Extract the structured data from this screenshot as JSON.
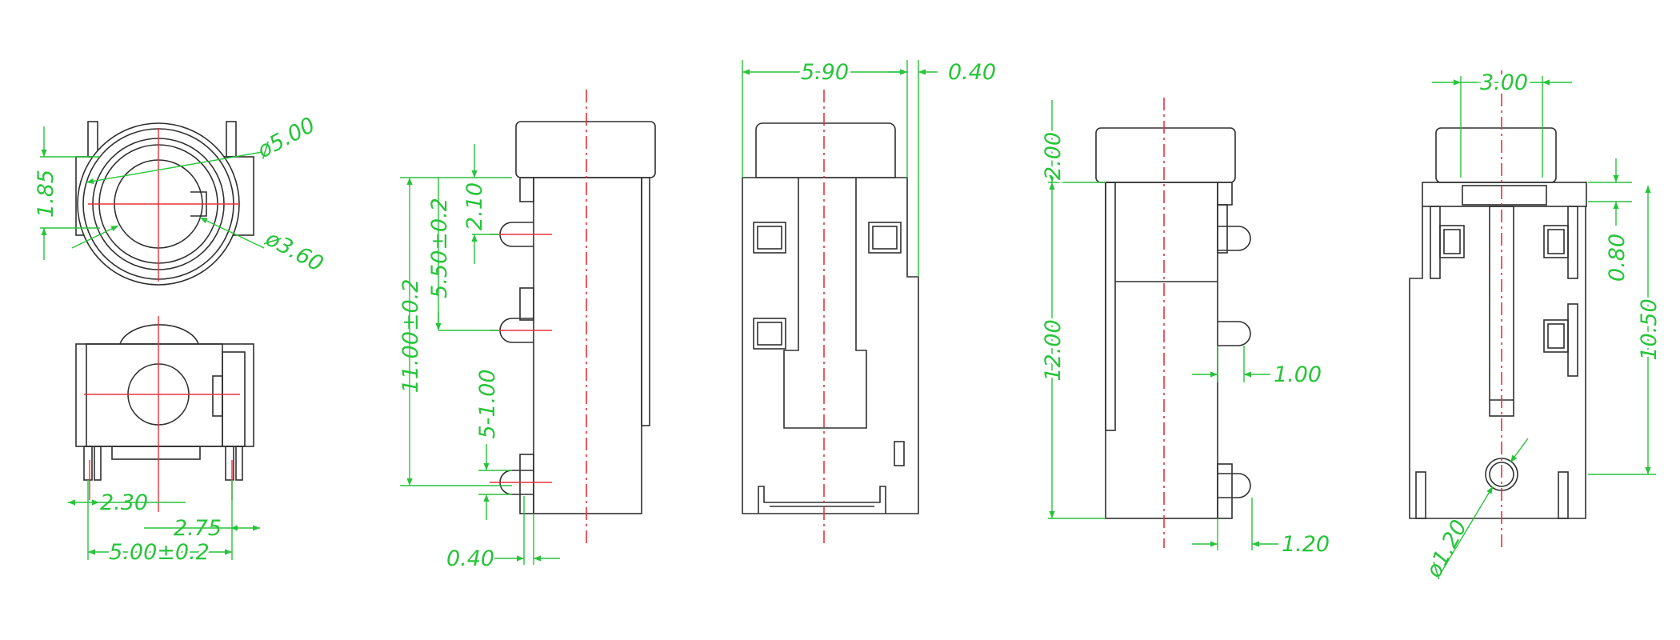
{
  "colors": {
    "outline": "#303030",
    "centerline": "#e8323a",
    "dimension": "#27c43a",
    "background": "#ffffff"
  },
  "views": [
    {
      "name": "front-view-top",
      "dimensions": [
        "1.85",
        "ø5.00",
        "ø3.60"
      ]
    },
    {
      "name": "bottom-view",
      "dimensions": [
        "2.30",
        "2.75",
        "5.00±0.2"
      ]
    },
    {
      "name": "left-side-view",
      "dimensions": [
        "11.00±0.2",
        "5.50±0.2",
        "2.10",
        "5-1.00",
        "0.40"
      ]
    },
    {
      "name": "top-view",
      "dimensions": [
        "5.90",
        "0.40"
      ]
    },
    {
      "name": "right-side-view",
      "dimensions": [
        "2.00",
        "12.00",
        "1.00",
        "1.20"
      ]
    },
    {
      "name": "rear-view",
      "dimensions": [
        "3.00",
        "0.80",
        "10.50",
        "ø1.20"
      ]
    }
  ]
}
